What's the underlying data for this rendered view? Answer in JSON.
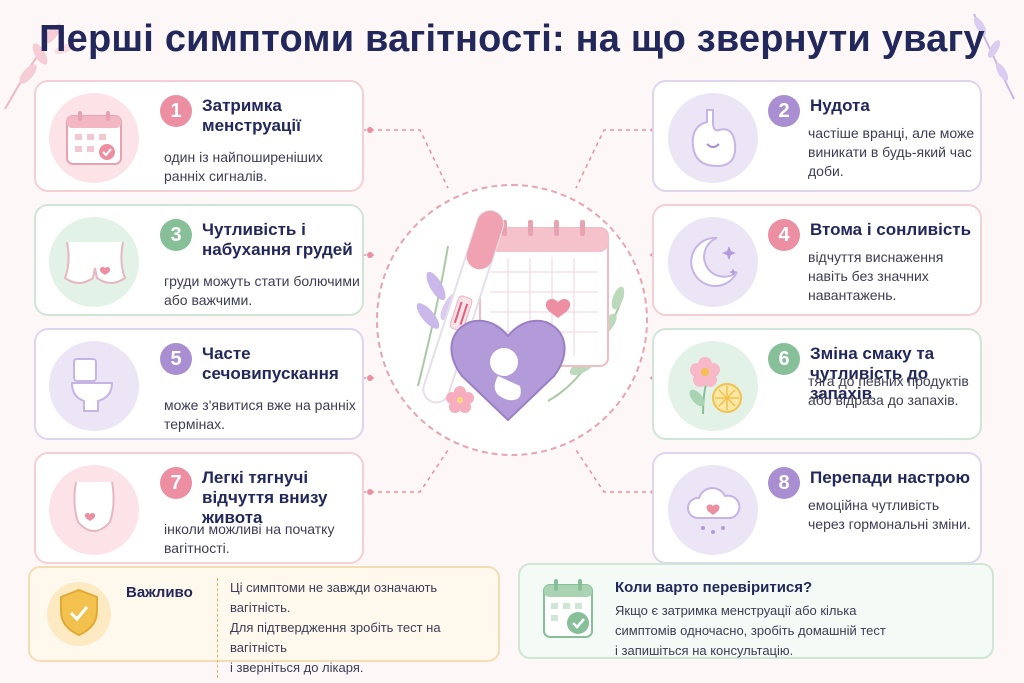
{
  "title": "Перші симптоми вагітності: на що звернути увагу",
  "colors": {
    "pink": "#ec8fa3",
    "green": "#86bf98",
    "purple": "#a98fd1",
    "navy": "#22285c",
    "gold": "#f2c14e"
  },
  "symptoms": [
    {
      "num": "1",
      "title": "Затримка менструації",
      "text": "один із найпоширеніших ранніх сигналів.",
      "icon": "calendar-check-icon",
      "theme": "pink"
    },
    {
      "num": "2",
      "title": "Нудота",
      "text": "частіше вранці, але може виникати в будь-який час доби.",
      "icon": "stomach-icon",
      "theme": "purple"
    },
    {
      "num": "3",
      "title": "Чутливість і набухання грудей",
      "text": "груди можуть стати болючими або важчими.",
      "icon": "bra-icon",
      "theme": "green"
    },
    {
      "num": "4",
      "title": "Втома і сонливість",
      "text": "відчуття виснаження навіть без значних навантажень.",
      "icon": "moon-icon",
      "theme": "pink"
    },
    {
      "num": "5",
      "title": "Часте сечовипускання",
      "text": "може з'явитися вже на ранніх термінах.",
      "icon": "toilet-icon",
      "theme": "purple"
    },
    {
      "num": "6",
      "title": "Зміна смаку та чутливість до запахів",
      "text": "тяга до певних продуктів або відраза до запахів.",
      "icon": "flower-lemon-icon",
      "theme": "green"
    },
    {
      "num": "7",
      "title": "Легкі тягнучі відчуття внизу живота",
      "text": "інколи можливі на початку вагітності.",
      "icon": "abdomen-icon",
      "theme": "pink"
    },
    {
      "num": "8",
      "title": "Перепади настрою",
      "text": "емоційна чутливість через гормональні зміни.",
      "icon": "cloud-heart-icon",
      "theme": "purple"
    }
  ],
  "important": {
    "heading": "Важливо",
    "line1": "Ці симптоми не завжди означають вагітність.",
    "line2": "Для підтвердження зробіть тест на вагітність",
    "line3": "і зверніться до лікаря.",
    "icon": "shield-check-icon"
  },
  "check": {
    "heading": "Коли варто перевіритися?",
    "line1": "Якщо є затримка менструації або кілька",
    "line2": "симптомів одночасно, зробіть домашній тест",
    "line3": "і запишіться на консультацію.",
    "icon": "calendar-check-icon"
  },
  "center": {
    "icons": [
      "pregnancy-test-icon",
      "calendar-icon",
      "heart-embryo-icon",
      "leaf-icon"
    ]
  }
}
